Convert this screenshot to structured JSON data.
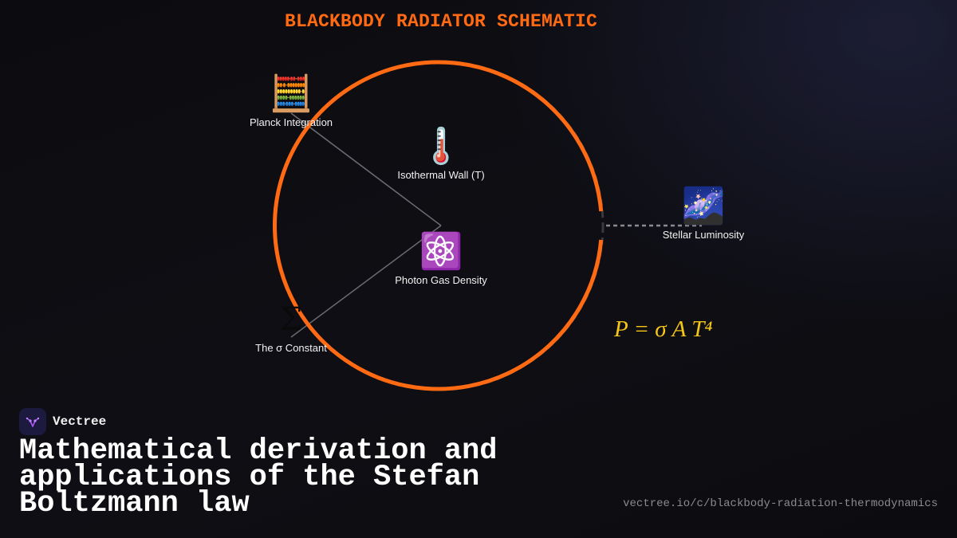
{
  "diagram": {
    "title": "BLACKBODY RADIATOR SCHEMATIC",
    "colors": {
      "accent": "#ff6a13",
      "formula": "#f5c518",
      "connector": "#6a6a70"
    },
    "nodes": {
      "planck": {
        "icon": "abacus-icon",
        "glyph": "🧮",
        "label": "Planck Integration"
      },
      "wall": {
        "icon": "thermometer-icon",
        "glyph": "🌡️",
        "label": "Isothermal Wall (T)"
      },
      "photon": {
        "icon": "atom-icon",
        "glyph": "⚛️",
        "label": "Photon Gas Density"
      },
      "sigma": {
        "icon": "sigma-icon",
        "glyph": "Σ",
        "label": "The σ Constant"
      },
      "stellar": {
        "icon": "milky-way-icon",
        "glyph": "🌌",
        "label": "Stellar Luminosity"
      }
    },
    "formula": "P = σ A T⁴"
  },
  "brand": {
    "name": "Vectree",
    "logo_icon": "vectree-logo-icon"
  },
  "headline": "Mathematical derivation and applications of the Stefan Boltzmann law",
  "url": "vectree.io/c/blackbody-radiation-thermodynamics"
}
